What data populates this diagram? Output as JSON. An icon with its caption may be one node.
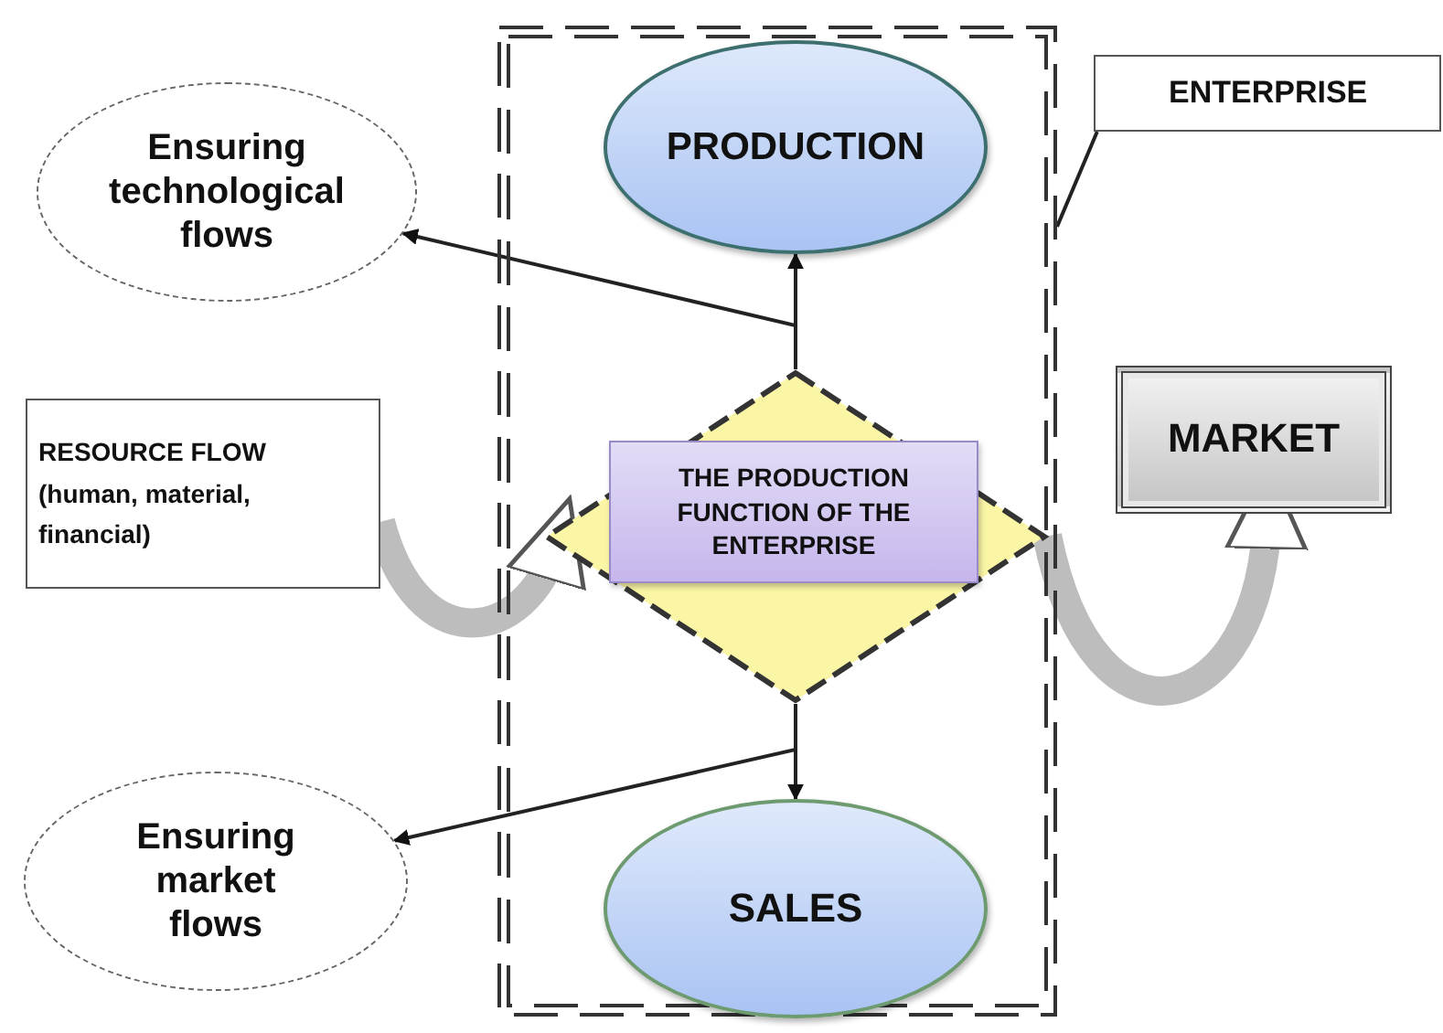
{
  "diagram": {
    "nodes": [
      {
        "text": [],
        "shape": "box"
      },
      {
        "text": [
          "PRODUCTION"
        ],
        "in": 0
      },
      {
        "text": [],
        "shape": "diamond",
        "in": 0
      },
      {
        "text": [
          "THE PRODUCTION FUNCTION OF THE ENTERPRISE"
        ],
        "in": 2
      },
      {
        "text": [
          "SALES"
        ],
        "in": 0
      },
      {
        "text": [
          "Ensuring technological flows"
        ]
      },
      {
        "text": [
          "Ensuring market flows"
        ]
      },
      {
        "text": [
          "RESOURCE FLOW (human, material, financial)"
        ]
      },
      {
        "text": [
          "MARKET"
        ]
      },
      {
        "text": [
          "ENTERPRISE"
        ]
      }
    ],
    "edges": [
      {
        "from": 2,
        "to": 1,
        "arrow": "to"
      },
      {
        "from": 2,
        "to": 5,
        "arrow": "to"
      },
      {
        "from": 2,
        "to": 4,
        "arrow": "to"
      },
      {
        "from": 2,
        "to": 6,
        "arrow": "to"
      },
      {
        "from": 7,
        "to": 2,
        "arrow": "to",
        "style": "thick",
        "color": "#bdbdbd"
      },
      {
        "from": 2,
        "to": 8,
        "arrow": "to",
        "style": "thick",
        "color": "#bdbdbd"
      },
      {
        "from": 9,
        "to": 0,
        "arrow": "none"
      }
    ]
  }
}
